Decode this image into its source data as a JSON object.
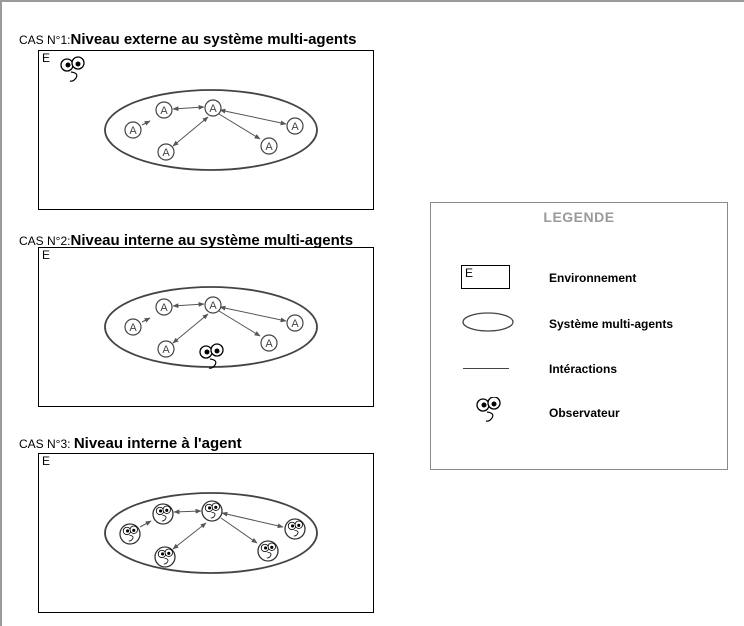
{
  "cases": [
    {
      "prefix": "CAS N°1:",
      "title": "Niveau externe au système multi-agents",
      "env_label": "E",
      "agent_label": "A",
      "agent_label_2": "A",
      "agent_label_3": "A",
      "agent_label_4": "A",
      "agent_label_5": "A",
      "agent_label_6": "A"
    },
    {
      "prefix": "CAS N°2:",
      "title": "Niveau interne au système multi-agents",
      "env_label": "E",
      "agent_label": "A",
      "agent_label_2": "A",
      "agent_label_3": "A",
      "agent_label_4": "A",
      "agent_label_5": "A",
      "agent_label_6": "A"
    },
    {
      "prefix": "CAS N°3: ",
      "title": "Niveau interne à l'agent",
      "env_label": "E"
    }
  ],
  "legend": {
    "title": "LEGENDE",
    "env_symbol_label": "E",
    "items": [
      {
        "label": "Environnement"
      },
      {
        "label": "Système multi-agents"
      },
      {
        "label": "Intéractions"
      },
      {
        "label": "Observateur"
      }
    ]
  }
}
